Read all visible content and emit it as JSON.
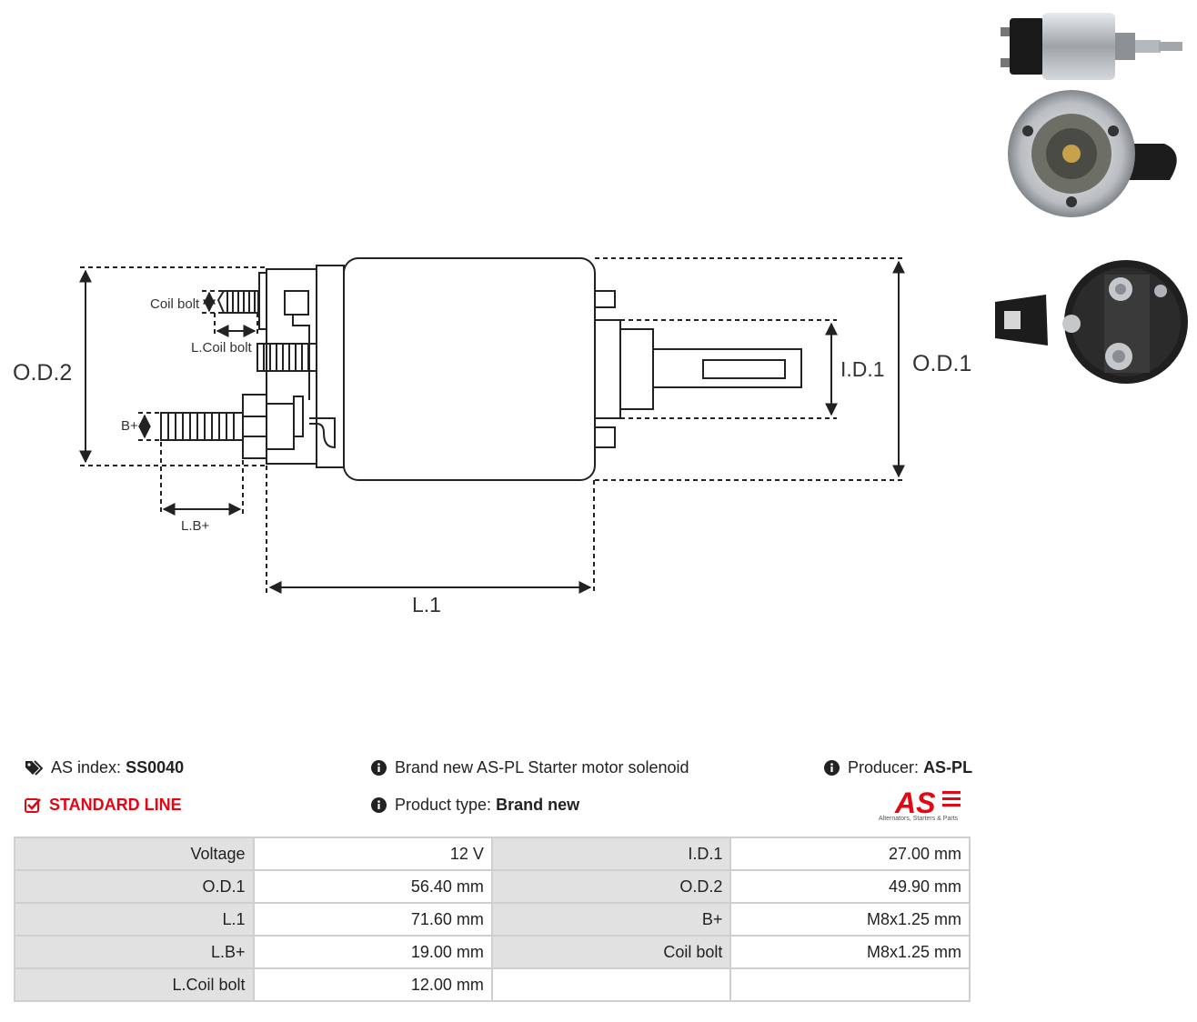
{
  "diagram": {
    "labels": {
      "od2": "O.D.2",
      "od1": "O.D.1",
      "id1": "I.D.1",
      "l1": "L.1",
      "coil_bolt": "Coil bolt",
      "l_coil_bolt": "L.Coil bolt",
      "b_plus": "B+",
      "l_b_plus": "L.B+"
    }
  },
  "info": {
    "as_index_label": "AS index:",
    "as_index_value": "SS0040",
    "description": "Brand new AS-PL Starter motor solenoid",
    "producer_label": "Producer:",
    "producer_value": "AS-PL",
    "line": "STANDARD LINE",
    "product_type_label": "Product type:",
    "product_type_value": "Brand new"
  },
  "logo": {
    "mark": "AS",
    "tagline": "Alternators, Starters & Parts",
    "color": "#e30613"
  },
  "specs": [
    {
      "k1": "Voltage",
      "v1": "12 V",
      "k2": "I.D.1",
      "v2": "27.00 mm"
    },
    {
      "k1": "O.D.1",
      "v1": "56.40 mm",
      "k2": "O.D.2",
      "v2": "49.90 mm"
    },
    {
      "k1": "L.1",
      "v1": "71.60 mm",
      "k2": "B+",
      "v2": "M8x1.25 mm"
    },
    {
      "k1": "L.B+",
      "v1": "19.00 mm",
      "k2": "Coil bolt",
      "v2": "M8x1.25 mm"
    },
    {
      "k1": "L.Coil bolt",
      "v1": "12.00 mm",
      "k2": "",
      "v2": ""
    }
  ]
}
